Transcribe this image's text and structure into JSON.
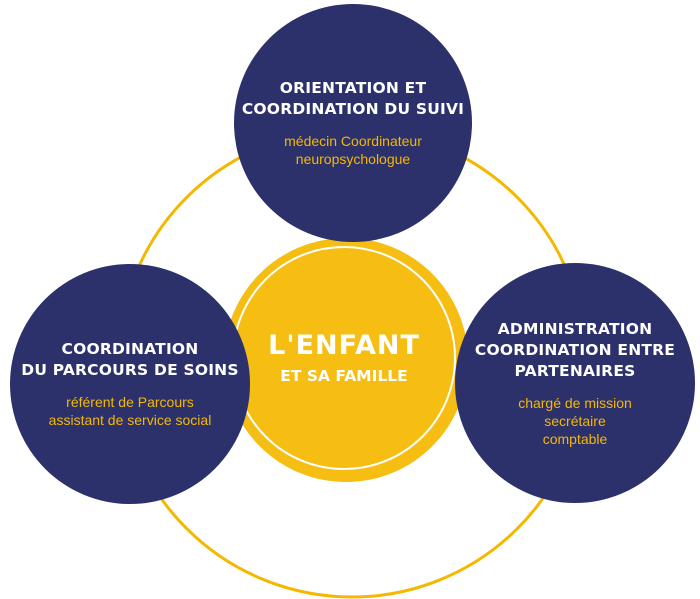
{
  "colors": {
    "navy": "#2c316b",
    "gold": "#f6bd12",
    "ring": "#f5b800",
    "text_light": "#ffffff"
  },
  "center": {
    "title": "L'ENFANT",
    "subtitle": "ET SA FAMILLE"
  },
  "nodes": {
    "top": {
      "title": "ORIENTATION ET\nCOORDINATION DU SUIVI",
      "roles": "médecin Coordinateur\nneuropsychologue"
    },
    "left": {
      "title": "COORDINATION\nDU PARCOURS DE SOINS",
      "roles": "référent de Parcours\nassistant de service social"
    },
    "right": {
      "title": "ADMINISTRATION\nCOORDINATION ENTRE\nPARTENAIRES",
      "roles": "chargé de mission\nsecrétaire\ncomptable"
    }
  }
}
